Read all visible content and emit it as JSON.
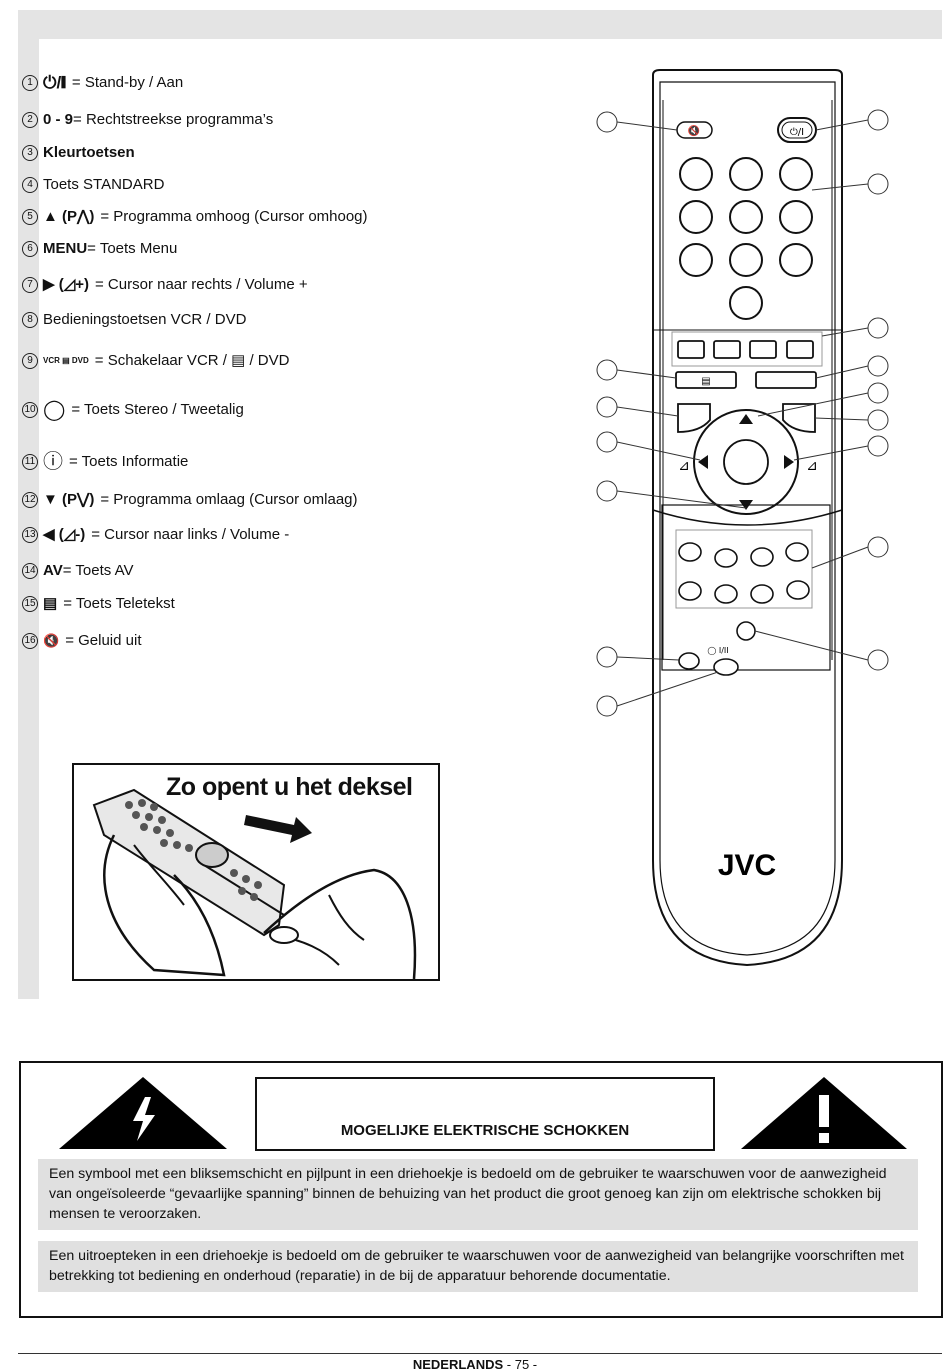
{
  "legend": [
    {
      "num": "1",
      "icon": "⏻/❙",
      "text": " = Stand-by / Aan"
    },
    {
      "num": "2",
      "bold": "0 - 9",
      "text": " = Rechtstreekse programma’s"
    },
    {
      "num": "3",
      "bold": "Kleurtoetsen",
      "text": ""
    },
    {
      "num": "4",
      "bold": "",
      "text": "Toets STANDARD"
    },
    {
      "num": "5",
      "icon": "▲ (P⋀)",
      "text": " = Programma omhoog (Cursor omhoog)"
    },
    {
      "num": "6",
      "bold": "MENU",
      "text": " = Toets Menu"
    },
    {
      "num": "7",
      "icon": "▶ (◿+)",
      "text": " = Cursor naar rechts / Volume +"
    },
    {
      "num": "8",
      "bold": "",
      "text": "Bedieningstoetsen VCR / DVD"
    },
    {
      "num": "9",
      "icon": "VCR ▤ DVD",
      "text": " = Schakelaar VCR / ▤ / DVD"
    },
    {
      "num": "10",
      "icon": "◯",
      "text": " = Toets Stereo / Tweetalig"
    },
    {
      "num": "11",
      "icon": "ⓘ",
      "text": " = Toets Informatie"
    },
    {
      "num": "12",
      "icon": "▼ (P⋁)",
      "text": " = Programma omlaag (Cursor omlaag)"
    },
    {
      "num": "13",
      "icon": "◀ (◿-)",
      "text": " = Cursor naar links / Volume -"
    },
    {
      "num": "14",
      "bold": "AV",
      "text": " = Toets AV"
    },
    {
      "num": "15",
      "icon": "▤",
      "text": " = Toets Teletekst"
    },
    {
      "num": "16",
      "icon": "🔇",
      "text": " = Geluid uit"
    }
  ],
  "deksel": {
    "title": "Zo opent u het deksel"
  },
  "remote": {
    "brand": "JVC",
    "standby_label": "⏻/I",
    "stereo_label": "◯ I/II"
  },
  "warning": {
    "title": "MOGELIJKE ELEKTRISCHE SCHOKKEN",
    "para1": "Een symbool met een bliksemschicht en pijlpunt in een driehoekje is bedoeld om de gebruiker te waarschuwen voor de aanwezigheid van ongeïsoleerde “gevaarlijke spanning” binnen de behuizing van het product die groot genoeg kan zijn om elektrische schokken bij mensen te veroorzaken.",
    "para2": "Een uitroepteken in een driehoekje is bedoeld om de gebruiker te waarschuwen voor de aanwezigheid van belangrijke voorschriften met betrekking tot bediening en onderhoud (reparatie) in de bij de apparatuur behorende documentatie."
  },
  "footer": {
    "language": "NEDERLANDS",
    "page": "- 75 -"
  }
}
